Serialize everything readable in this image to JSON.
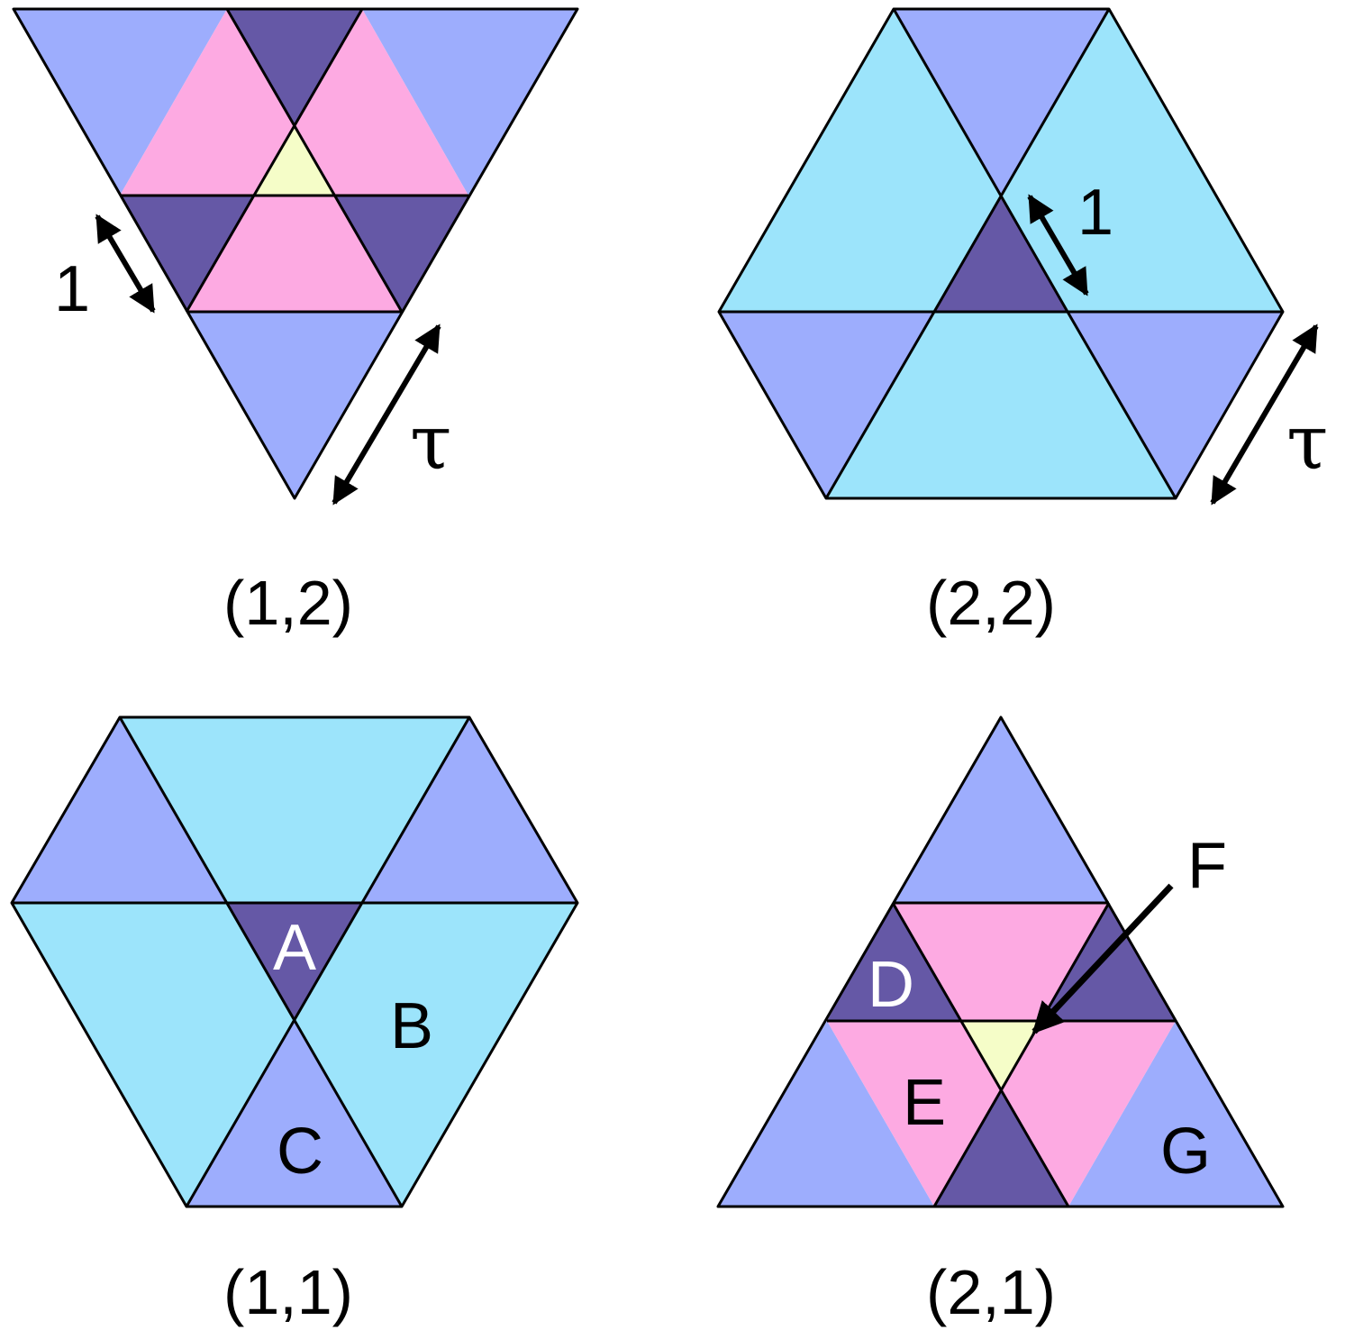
{
  "colors": {
    "light_blue": "#9dadfd",
    "dark_purple": "#6558a6",
    "pink": "#fdaae2",
    "yellow": "#f5fdc8",
    "cyan": "#9ce4fb",
    "stroke": "#000000",
    "text_dark": "#000000",
    "text_light": "#ffffff"
  },
  "panels": [
    {
      "id": "1-2",
      "caption": "(1,2)",
      "unit_label": "1",
      "tau_label": "τ"
    },
    {
      "id": "2-2",
      "caption": "(2,2)",
      "unit_label": "1",
      "tau_label": "τ"
    },
    {
      "id": "1-1",
      "caption": "(1,1)",
      "tile_labels": [
        "A",
        "B",
        "C"
      ]
    },
    {
      "id": "2-1",
      "caption": "(2,1)",
      "tile_labels": [
        "D",
        "E",
        "F",
        "G"
      ]
    }
  ]
}
